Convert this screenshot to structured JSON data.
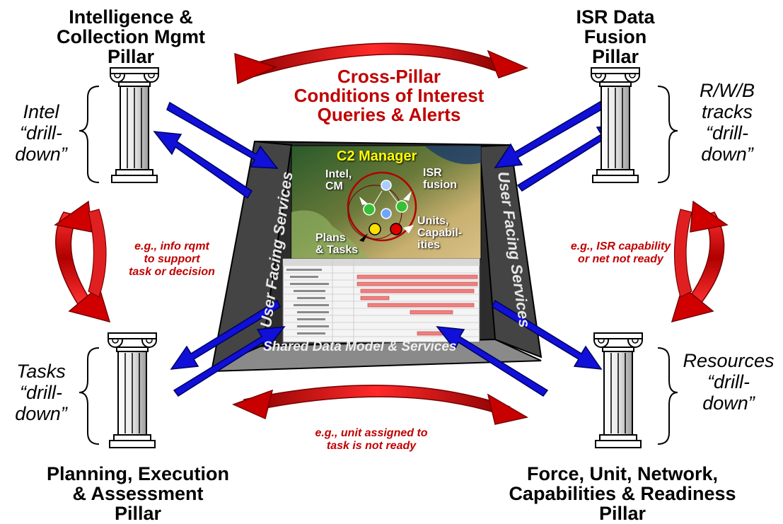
{
  "pillars": {
    "top_left": "Intelligence &\nCollection Mgmt\nPillar",
    "top_right": "ISR Data\nFusion\nPillar",
    "bottom_left": "Planning, Execution\n& Assessment\nPillar",
    "bottom_right": "Force, Unit, Network,\nCapabilities & Readiness\nPillar"
  },
  "drilldowns": {
    "intel": "Intel\n“drill-\ndown”",
    "rwb": "R/W/B\ntracks\n“drill-\ndown”",
    "tasks": "Tasks\n“drill-\ndown”",
    "resources": "Resources\n“drill-\ndown”"
  },
  "cross_pillar": "Cross-Pillar\nConditions of Interest\nQueries & Alerts",
  "examples": {
    "left": "e.g., info rqmt\nto support\ntask or decision",
    "right": "e.g., ISR capability\nor net not ready",
    "bottom": "e.g., unit assigned to\ntask is not ready"
  },
  "platform": {
    "left_side": "User Facing Services",
    "right_side": "User Facing Services",
    "bottom_side": "Shared Data Model & Services"
  },
  "map": {
    "title": "C2 Manager",
    "intel_cm": "Intel,\nCM",
    "isr_fusion": "ISR\nfusion",
    "units": "Units,\nCapabil-\nities",
    "plans": "Plans\n& Tasks"
  },
  "colors": {
    "arrow_blue": "#1010d8",
    "arrow_red": "#d40000",
    "text_red": "#c00000",
    "title_yellow": "#ffff00"
  }
}
